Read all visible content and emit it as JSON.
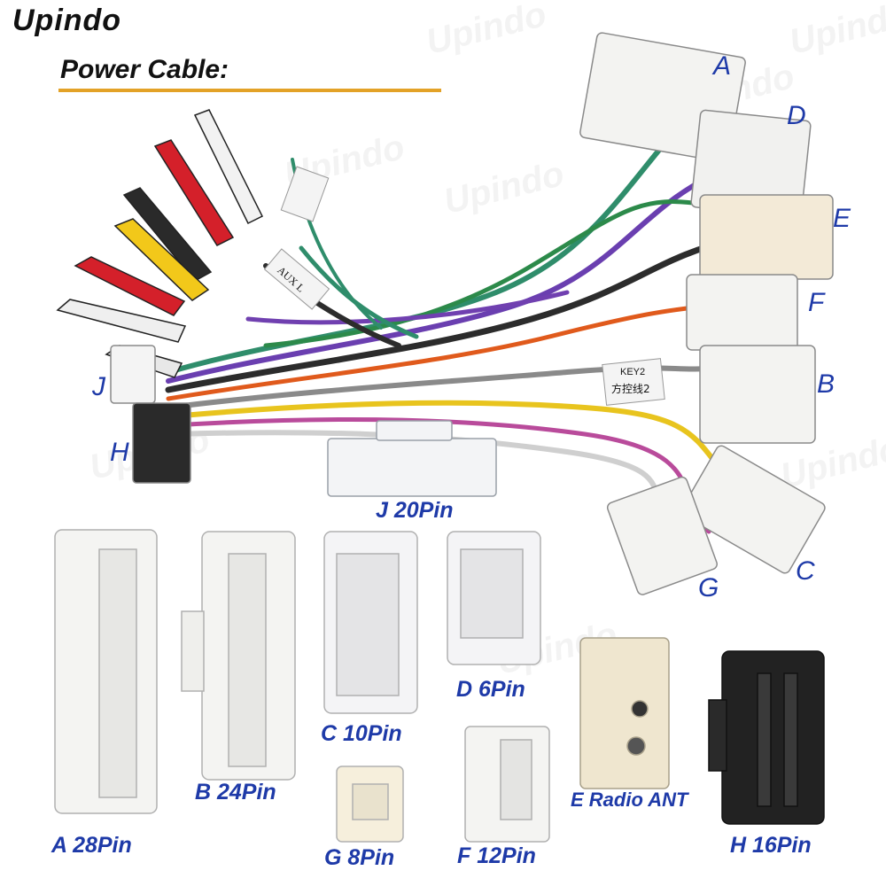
{
  "brand": "Upindo",
  "section_title": "Power Cable:",
  "colors": {
    "accent_underline": "#e3a227",
    "label_blue": "#1e3aa8"
  },
  "connector_letters": {
    "A": "A",
    "D": "D",
    "E": "E",
    "F": "F",
    "B": "B",
    "C": "C",
    "G": "G",
    "J": "J",
    "H": "H"
  },
  "wire_tags": {
    "aux": "AUX L",
    "key2": "KEY2",
    "key2_cn": "方控线2"
  },
  "connector_captions": {
    "J": "J 20Pin",
    "A": "A 28Pin",
    "B": "B 24Pin",
    "C": "C 10Pin",
    "D": "D 6Pin",
    "G": "G 8Pin",
    "F": "F 12Pin",
    "E": "E Radio ANT",
    "H": "H 16Pin"
  }
}
